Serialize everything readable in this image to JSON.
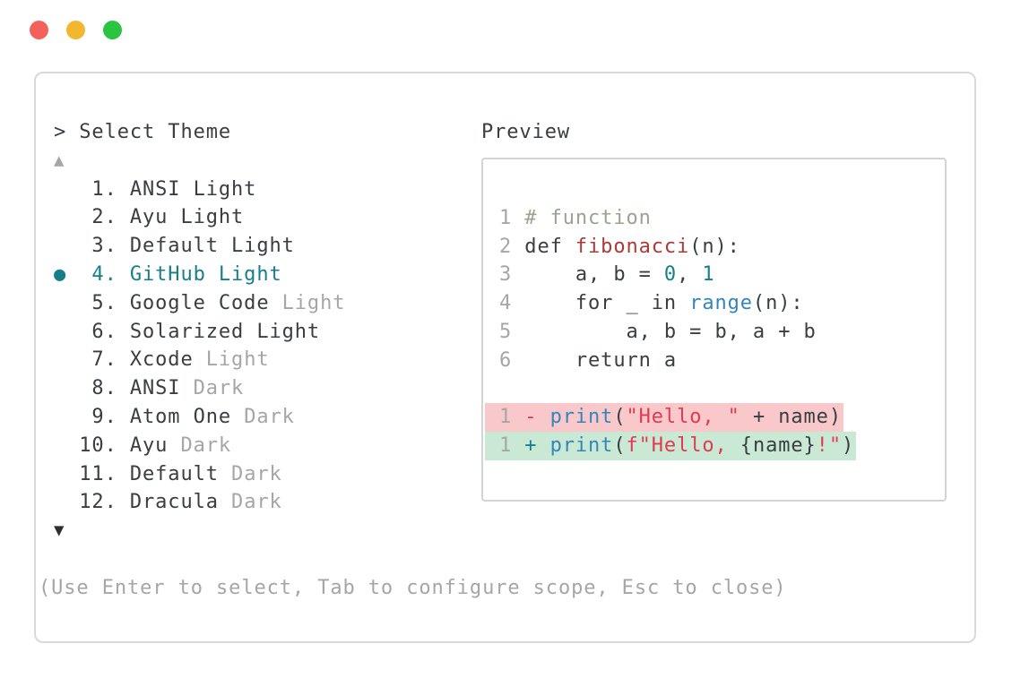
{
  "window": {
    "traffic_lights": [
      {
        "name": "close-button",
        "color": "#f4605a"
      },
      {
        "name": "minimize-button",
        "color": "#f3b62f"
      },
      {
        "name": "zoom-button",
        "color": "#2bc440"
      }
    ]
  },
  "picker": {
    "prompt": "> Select Theme",
    "scroll_up_icon": "▲",
    "scroll_down_icon": "▼",
    "selected_marker": "●",
    "items": [
      {
        "number": "1",
        "name": "ANSI Light",
        "dim": "",
        "selected": false
      },
      {
        "number": "2",
        "name": "Ayu Light",
        "dim": "",
        "selected": false
      },
      {
        "number": "3",
        "name": "Default Light",
        "dim": "",
        "selected": false
      },
      {
        "number": "4",
        "name": "GitHub Light",
        "dim": "",
        "selected": true
      },
      {
        "number": "5",
        "name": "Google Code",
        "dim": "Light",
        "selected": false
      },
      {
        "number": "6",
        "name": "Solarized Light",
        "dim": "",
        "selected": false
      },
      {
        "number": "7",
        "name": "Xcode",
        "dim": "Light",
        "selected": false
      },
      {
        "number": "8",
        "name": "ANSI",
        "dim": "Dark",
        "selected": false
      },
      {
        "number": "9",
        "name": "Atom One",
        "dim": "Dark",
        "selected": false
      },
      {
        "number": "10",
        "name": "Ayu",
        "dim": "Dark",
        "selected": false
      },
      {
        "number": "11",
        "name": "Default",
        "dim": "Dark",
        "selected": false
      },
      {
        "number": "12",
        "name": "Dracula",
        "dim": "Dark",
        "selected": false
      }
    ],
    "help": "(Use Enter to select, Tab to configure scope, Esc to close)"
  },
  "preview": {
    "title": "Preview",
    "lines": [
      {
        "num": "1",
        "bg": "",
        "segments": [
          {
            "t": "# function",
            "c": "comment"
          }
        ]
      },
      {
        "num": "2",
        "bg": "",
        "segments": [
          {
            "t": "def ",
            "c": "text"
          },
          {
            "t": "fibonacci",
            "c": "func_red"
          },
          {
            "t": "(n):",
            "c": "text"
          }
        ]
      },
      {
        "num": "3",
        "bg": "",
        "segments": [
          {
            "t": "    a, b = ",
            "c": "text"
          },
          {
            "t": "0",
            "c": "accent_teal"
          },
          {
            "t": ", ",
            "c": "text"
          },
          {
            "t": "1",
            "c": "accent_teal"
          }
        ]
      },
      {
        "num": "4",
        "bg": "",
        "segments": [
          {
            "t": "    for _ in ",
            "c": "text"
          },
          {
            "t": "range",
            "c": "blue"
          },
          {
            "t": "(n):",
            "c": "text"
          }
        ]
      },
      {
        "num": "5",
        "bg": "",
        "segments": [
          {
            "t": "        a, b = b, a + b",
            "c": "text"
          }
        ]
      },
      {
        "num": "6",
        "bg": "",
        "segments": [
          {
            "t": "    return a",
            "c": "text"
          }
        ]
      },
      {
        "num": "",
        "bg": "",
        "segments": []
      },
      {
        "num": "1",
        "bg": "removed",
        "segments": [
          {
            "t": "- ",
            "c": "string_red"
          },
          {
            "t": "print",
            "c": "blue"
          },
          {
            "t": "(",
            "c": "text"
          },
          {
            "t": "\"Hello, \"",
            "c": "string_red"
          },
          {
            "t": " + name)",
            "c": "text"
          }
        ]
      },
      {
        "num": "1",
        "bg": "added",
        "segments": [
          {
            "t": "+ ",
            "c": "accent_teal"
          },
          {
            "t": "print",
            "c": "blue"
          },
          {
            "t": "(",
            "c": "text"
          },
          {
            "t": "f\"Hello, ",
            "c": "string_red"
          },
          {
            "t": "{name}",
            "c": "text"
          },
          {
            "t": "!\"",
            "c": "string_red"
          },
          {
            "t": ")",
            "c": "text"
          }
        ]
      }
    ]
  },
  "colors": {
    "text": "#383e42",
    "muted": "#a6a6a6",
    "accent_teal": "#157f8b",
    "blue": "#3585bd",
    "string_red": "#e13a52",
    "func_red": "#ab3a38",
    "comment": "#99a38f",
    "removed_bg": "#f8c8ca",
    "added_bg": "#cae9d5"
  }
}
